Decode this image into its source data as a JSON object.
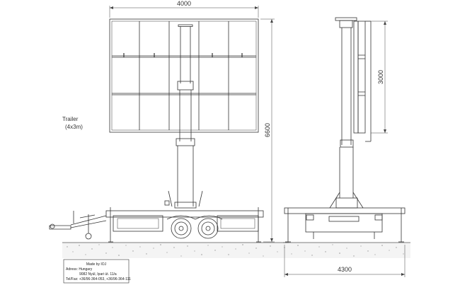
{
  "labels": {
    "title": "Trailer",
    "subtitle": "(4x3m)"
  },
  "dimensions": {
    "screen_width": "4000",
    "screen_height": "3000",
    "total_height": "6600",
    "trailer_width": "4300"
  },
  "title_block": {
    "made_by": "Made by IOJ",
    "address": "Adress: Hungary",
    "city": "9082 Nyúl, Ipari út. 11/a",
    "phone": "Tel/Fax: +36/96-364-053, +36/96-364-111"
  }
}
